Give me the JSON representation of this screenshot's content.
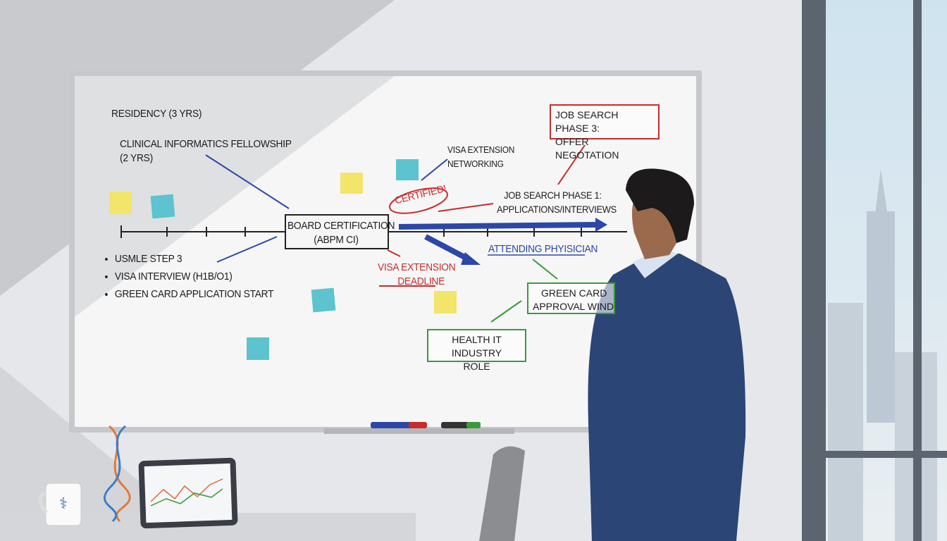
{
  "whiteboard": {
    "residency": "RESIDENCY (3 YRS)",
    "fellowship_line1": "CLINICAL INFORMATICS FELLOWSHIP",
    "fellowship_line2": "(2 YRS)",
    "board_cert_line1": "BOARD CERTIFICATION",
    "board_cert_line2": "(ABPM CI)",
    "bullets": [
      "USMLE STEP 3",
      "VISA INTERVIEW (H1B/O1)",
      "GREEN CARD APPLICATION START"
    ],
    "certified": "CERTIFIED!",
    "visa_networking_line1": "VISA EXTENSION",
    "visa_networking_line2": "NETWORKING",
    "visa_deadline_line1": "VISA EXTENSION",
    "visa_deadline_line2": "DEADLINE",
    "job_phase1_line1": "JOB SEARCH PHASE 1:",
    "job_phase1_line2": "APPLICATIONS/INTERVIEWS",
    "job_phase3_line1": "JOB SEARCH PHASE 3:",
    "job_phase3_line2": "OFFER NEGOTATION",
    "attending": "ATTENDING PHYISICIAN",
    "green_card_line1": "GREEN CARD",
    "green_card_line2": "APPROVAL WINDOW",
    "health_it_line1": "HEALTH IT INDUSTRY",
    "health_it_line2": "ROLE"
  },
  "colors": {
    "red": "#c92a2a",
    "blue": "#2b47a8",
    "green": "#3a9a3a",
    "sticky_yellow": "#f3e46a",
    "sticky_teal": "#5cc3cf",
    "suit": "#2c4577"
  }
}
